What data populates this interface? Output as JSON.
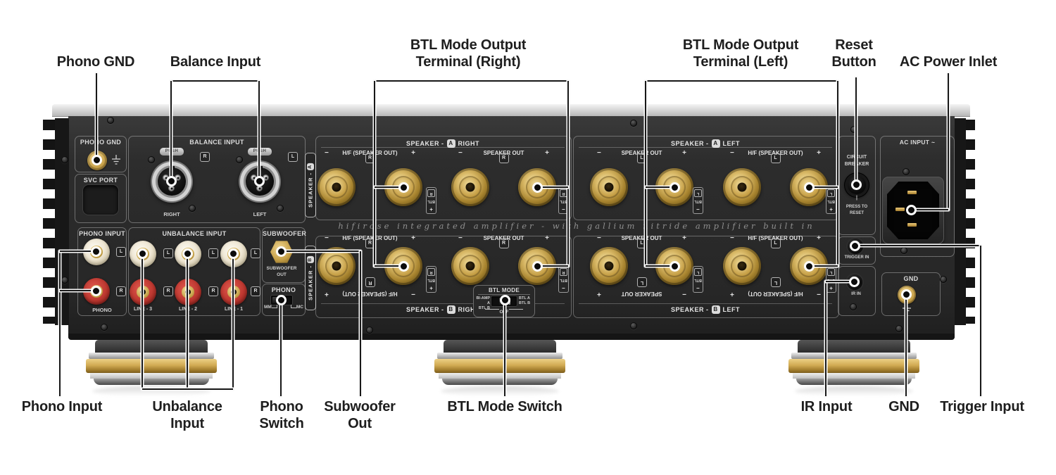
{
  "callout_labels": {
    "top": [
      "Phono GND",
      "Balance Input",
      "BTL Mode Output\nTerminal (Right)",
      "BTL Mode Output\nTerminal (Left)",
      "Reset\nButton",
      "AC Power Inlet"
    ],
    "bottom": [
      "Phono Input",
      "Unbalance\nInput",
      "Phono\nSwitch",
      "Subwoofer\nOut",
      "BTL Mode Switch",
      "IR Input",
      "GND",
      "Trigger Input"
    ]
  },
  "panel": {
    "phono_gnd_title": "PHONO GND",
    "svc_title": "SVC PORT",
    "balance": {
      "title": "BALANCE INPUT",
      "push": "PUSH",
      "badge_r": "R",
      "badge_l": "L",
      "right": "RIGHT",
      "left": "LEFT"
    },
    "phono_input": {
      "title": "PHONO INPUT",
      "badge_l": "L",
      "badge_r": "R",
      "name": "PHONO"
    },
    "unbalance": {
      "title": "UNBALANCE INPUT",
      "badge_l": "L",
      "badge_r": "R",
      "lines": [
        "LINE - 3",
        "LINE - 2",
        "LINE - 1"
      ]
    },
    "subwoofer": {
      "title": "SUBWOOFER",
      "out_line1": "SUBWOOFER",
      "out_line2": "OUT"
    },
    "phono_switch": {
      "title": "PHONO",
      "mm": "MM",
      "mc": "MC"
    },
    "speakers": {
      "prefix": "SPEAKER -",
      "script": "hifirose integrated amplifier - with gallium nitride amplifier built in",
      "btl": "BTL",
      "plus": "+",
      "minus": "−",
      "sections": [
        {
          "badge": "A",
          "side": "RIGHT",
          "ch": "R",
          "pairs": [
            "H/F (SPEAKER OUT)",
            "SPEAKER OUT"
          ]
        },
        {
          "badge": "A",
          "side": "LEFT",
          "ch": "L",
          "pairs": [
            "SPEAKER OUT",
            "H/F (SPEAKER OUT)"
          ]
        },
        {
          "badge": "B",
          "side": "RIGHT",
          "ch": "R",
          "pairs": [
            "H/F (SPEAKER OUT)",
            "SPEAKER OUT"
          ]
        },
        {
          "badge": "B",
          "side": "LEFT",
          "ch": "L",
          "pairs": [
            "SPEAKER OUT",
            "H/F (SPEAKER OUT)"
          ]
        }
      ]
    },
    "btl_mode": {
      "title": "BTL MODE",
      "left_top": "BI-AMP A",
      "left_bottom": "BTL B",
      "right_top": "BTL A",
      "right_bottom": "BTL B",
      "off": "OFF"
    },
    "breaker": {
      "line1": "CIRCUIT",
      "line2": "BREAKER",
      "pipe": "|",
      "reset_line1": "PRESS TO",
      "reset_line2": "RESET"
    },
    "trigger_label": "TRIGGER IN",
    "ir_label": "IR IN",
    "ac_label": "AC INPUT ~",
    "gnd_label": "GND"
  },
  "colors": {
    "panel": "#2b2b2b",
    "binding_post_gold": "#c9a44c",
    "rca_red": "#b5342c",
    "rca_white": "#efe7d4",
    "foot_gold": "#c9a44c",
    "callout_line": "#181818"
  }
}
